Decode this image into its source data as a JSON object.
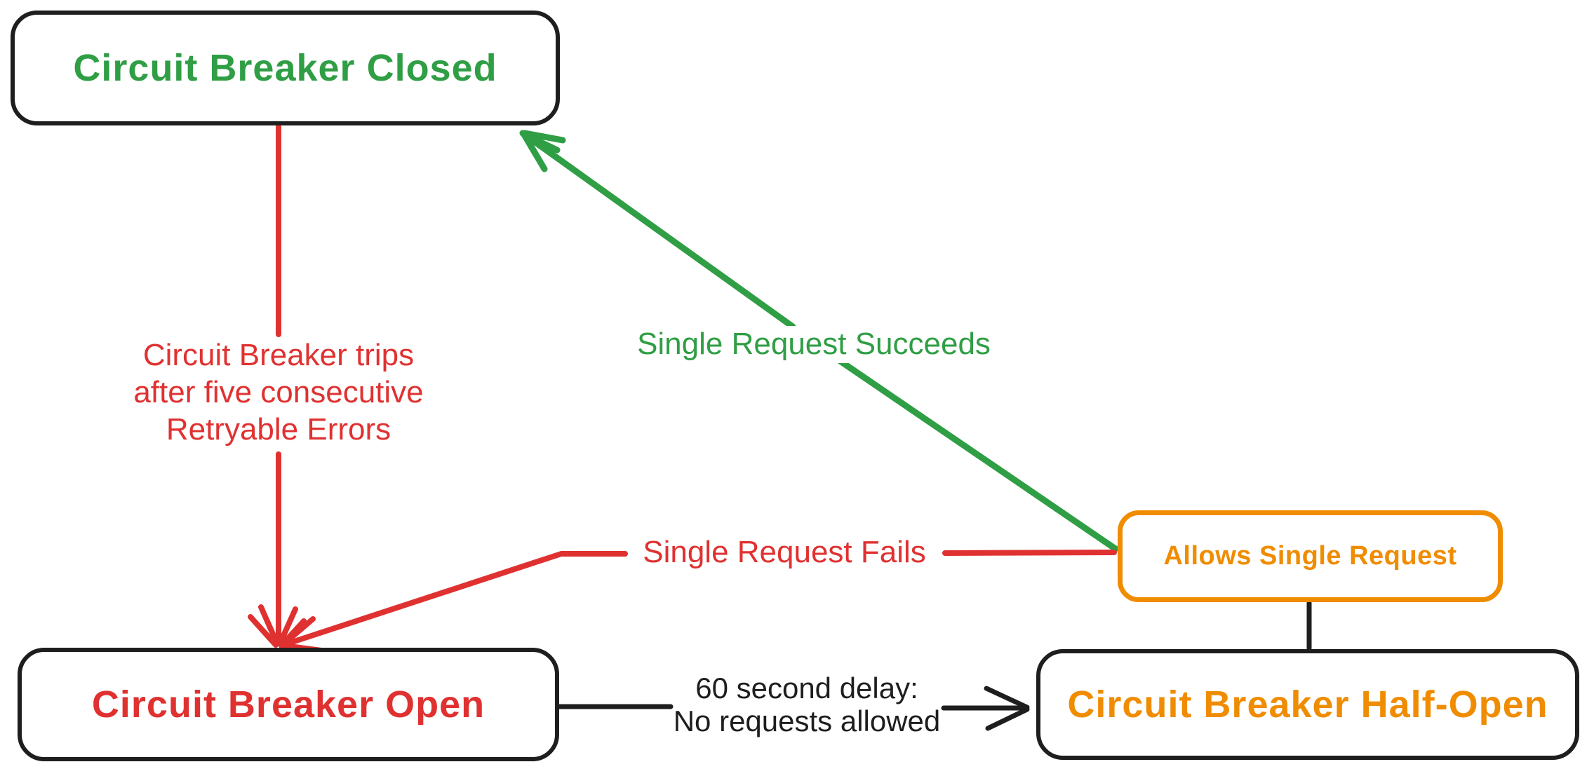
{
  "colors": {
    "green": "#2f9e44",
    "red": "#e03131",
    "orange": "#f08c00",
    "ink": "#1e1e1e",
    "background": "#ffffff"
  },
  "nodes": {
    "closed": {
      "label": "Circuit Breaker Closed"
    },
    "open": {
      "label": "Circuit Breaker Open"
    },
    "half_open": {
      "label": "Circuit Breaker Half-Open"
    },
    "allows_single_request": {
      "label": "Allows Single Request"
    }
  },
  "edges": {
    "trip": {
      "from": "closed",
      "to": "open",
      "lines": [
        "Circuit Breaker trips",
        "after five consecutive",
        "Retryable Errors"
      ]
    },
    "success": {
      "from": "allows_single_request",
      "to": "closed",
      "label": "Single Request Succeeds"
    },
    "fail": {
      "from": "allows_single_request",
      "to": "open",
      "label": "Single Request Fails"
    },
    "delay": {
      "from": "open",
      "to": "half_open",
      "lines": [
        "60 second delay:",
        "No requests allowed"
      ]
    },
    "probe": {
      "from": "half_open",
      "to": "allows_single_request"
    }
  }
}
